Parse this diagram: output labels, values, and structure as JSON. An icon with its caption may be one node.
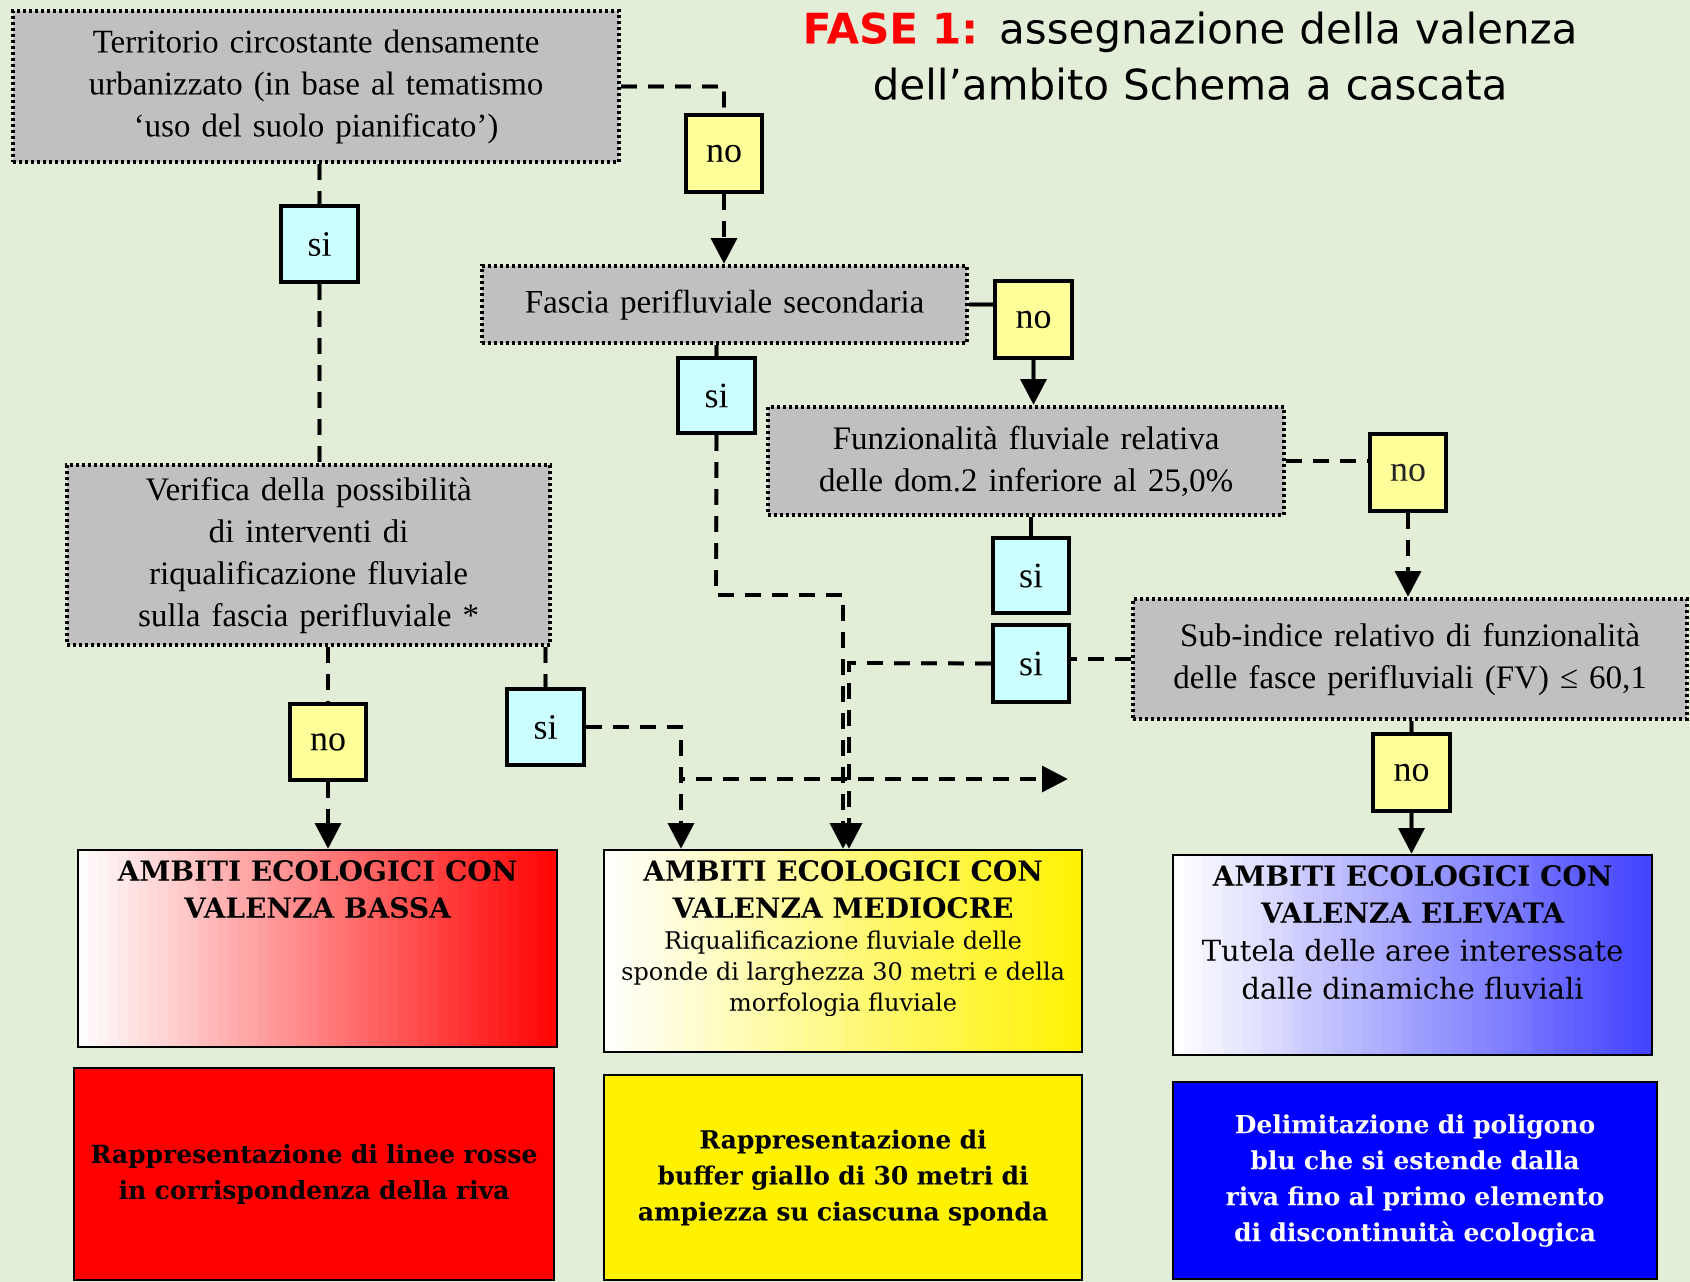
{
  "diagram": {
    "title": "assegnazione della valenza dell’ambito Schema a cascata",
    "nodes": [
      {
        "text": [
          "Territorio circostante densamente urbanizzato (in base al tematismo ‘uso del suolo pianificato’)"
        ]
      },
      {
        "text": [
          "no"
        ]
      },
      {
        "text": [
          "si"
        ]
      },
      {
        "text": [
          "Fascia perifluviale secondaria"
        ]
      },
      {
        "text": [
          "no"
        ]
      },
      {
        "text": [
          "si"
        ]
      },
      {
        "text": [
          "Funzionalità fluviale relativa delle dom.2 inferiore al 25,0%"
        ]
      },
      {
        "text": [
          "no"
        ]
      },
      {
        "text": [
          "Verifica della possibilità di interventi di riqualificazione fluviale sulla fascia perifluviale *"
        ]
      },
      {
        "text": [
          "si"
        ]
      },
      {
        "text": [
          "si"
        ]
      },
      {
        "text": [
          "Sub-indice relativo di funzionalità delle fasce perifluviali (FV) ≤ 60,1"
        ]
      },
      {
        "text": [
          "no"
        ]
      },
      {
        "text": [
          "si"
        ]
      },
      {
        "text": [
          "no"
        ]
      },
      {
        "text": [
          "AMBITI ECOLOGICI CON VALENZA BASSA"
        ]
      },
      {
        "text": [
          "AMBITI ECOLOGICI CON VALENZA MEDIOCRE",
          "Riqualificazione fluviale delle sponde di larghezza 30 metri e della morfologia fluviale"
        ]
      },
      {
        "text": [
          "AMBITI ECOLOGICI CON VALENZA ELEVATA",
          "Tutela delle aree interessate dalle dinamiche fluviali"
        ]
      },
      {
        "text": [
          "Rappresentazione di linee rosse in corrispondenza della riva"
        ]
      },
      {
        "text": [
          "Rappresentazione di buffer giallo di 30 metri di ampiezza su ciascuna sponda"
        ]
      },
      {
        "text": [
          "Delimitazione di poligono blu che si estende dalla riva fino al primo elemento di discontinuità ecologica"
        ]
      }
    ],
    "edges": [
      {
        "from": 0,
        "to": 1,
        "arrow": "none",
        "style": "dashed"
      },
      {
        "from": 1,
        "to": 3,
        "arrow": "to",
        "style": "dashed"
      },
      {
        "from": 0,
        "to": 2,
        "arrow": "none",
        "style": "dashed"
      },
      {
        "from": 2,
        "to": 8,
        "arrow": "none",
        "style": "dashed"
      },
      {
        "from": 3,
        "to": 4,
        "arrow": "none"
      },
      {
        "from": 4,
        "to": 6,
        "arrow": "to"
      },
      {
        "from": 3,
        "to": 5,
        "arrow": "none"
      },
      {
        "from": 5,
        "to": 16,
        "arrow": "to",
        "style": "dashed"
      },
      {
        "from": 6,
        "to": 7,
        "arrow": "none",
        "style": "dashed"
      },
      {
        "from": 7,
        "to": 11,
        "arrow": "to",
        "style": "dashed"
      },
      {
        "from": 6,
        "to": 9,
        "arrow": "none"
      },
      {
        "from": 11,
        "to": 10,
        "arrow": "none",
        "style": "dashed"
      },
      {
        "from": 10,
        "to": 16,
        "arrow": "to",
        "style": "dashed"
      },
      {
        "from": 8,
        "to": 12,
        "arrow": "none",
        "style": "dashed"
      },
      {
        "from": 12,
        "to": 15,
        "arrow": "to",
        "style": "dashed"
      },
      {
        "from": 8,
        "to": 13,
        "arrow": "none",
        "style": "dashed"
      },
      {
        "from": 13,
        "to": 16,
        "arrow": "to",
        "style": "dashed"
      },
      {
        "from": 13,
        "to": null,
        "arrow": "to",
        "style": "dashed"
      },
      {
        "from": 11,
        "to": 14,
        "arrow": "none"
      },
      {
        "from": 14,
        "to": 17,
        "arrow": "to",
        "style": "dashed"
      }
    ],
    "labels": [
      "FASE 1:"
    ]
  }
}
